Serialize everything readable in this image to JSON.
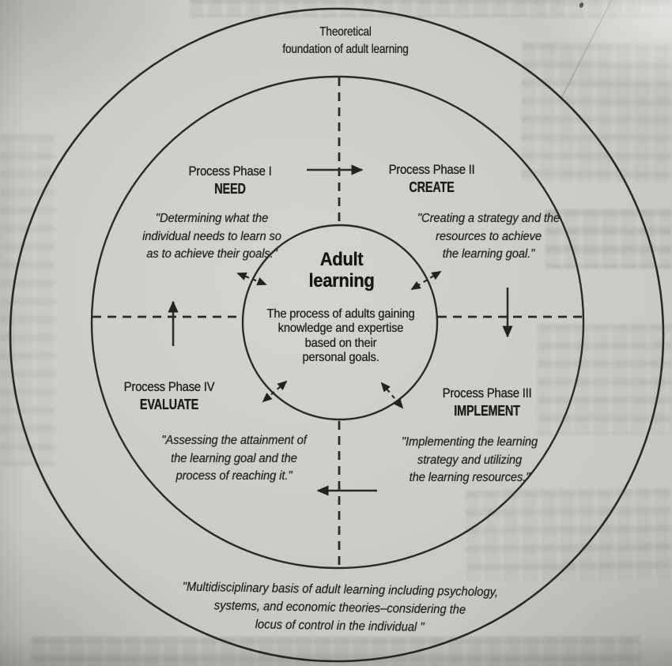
{
  "colors": {
    "paper": "#cbcac6",
    "ink": "#1e1e1c"
  },
  "outer_label": {
    "line1": "Theoretical",
    "line2": "foundation of adult learning"
  },
  "center": {
    "title_lines": [
      "Adult",
      "learning"
    ],
    "body_lines": [
      "The process of adults gaining",
      "knowledge and expertise",
      "based on their",
      "personal goals."
    ]
  },
  "phases": [
    {
      "title": "Process Phase I",
      "keyword": "NEED",
      "quote_lines": [
        "\"Determining what the",
        "individual needs to learn so",
        "as to achieve their goals.\""
      ]
    },
    {
      "title": "Process Phase II",
      "keyword": "CREATE",
      "quote_lines": [
        "\"Creating a strategy and the",
        "resources to achieve",
        "the learning goal.\""
      ]
    },
    {
      "title": "Process Phase III",
      "keyword": "IMPLEMENT",
      "quote_lines": [
        "\"Implementing the learning",
        "strategy and utilizing",
        "the learning resources.\""
      ]
    },
    {
      "title": "Process Phase IV",
      "keyword": "EVALUATE",
      "quote_lines": [
        "\"Assessing the attainment of",
        "the learning goal and the",
        "process of reaching it.\""
      ]
    }
  ],
  "bottom_quote_lines": [
    "\"Multidisciplinary basis of adult learning including psychology,",
    "systems, and economic theories–considering the",
    "locus of control in the individual \""
  ]
}
